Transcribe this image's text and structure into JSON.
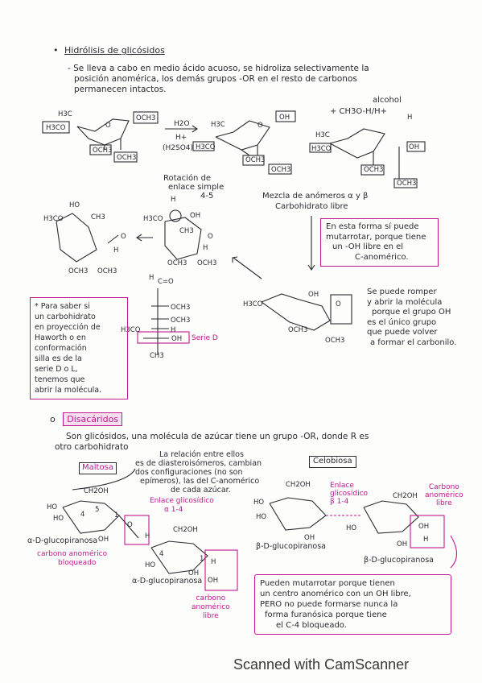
{
  "section1": {
    "bullet": "•",
    "title": "Hidrólisis de glicósidos",
    "intro": [
      "- Se lleva a cabo en medio ácido acuoso, se hidroliza selectivamente la",
      "posición anomérica, los demás grupos -OR en el resto de carbonos",
      "permanecen intactos."
    ],
    "reagent_alcohol": "alcohol",
    "reagent_plus": "+ CH3O-H/H+",
    "reaction_h2o": "H2O",
    "reaction_hplus": "H+",
    "reaction_acid": "(H2SO4)",
    "rotation_note": [
      "Rotación de",
      "enlace simple",
      "4-5"
    ],
    "mixture_note": [
      "Mezcla de anómeros α y β",
      "Carbohidrato libre"
    ],
    "mutarotation_note": [
      "En esta forma sí puede",
      "mutarrotar, porque tiene",
      "un -OH libre en el",
      "C-anomérico."
    ],
    "open_note": [
      "Se puede romper",
      "y abrir la molécula",
      "porque el grupo OH",
      "es el único grupo",
      "que puede volver",
      "a formar el carbonilo."
    ],
    "serie_label": "Serie D",
    "side_note": [
      "* Para saber si",
      "un carbohidrato",
      "en proyección de",
      "Haworth o en",
      "conformación",
      "silla es de la",
      "serie D o L,",
      "tenemos que",
      "abrir la molécula."
    ]
  },
  "section2": {
    "bullet": "o",
    "title": "Disacáridos",
    "intro": [
      "Son glicósidos, una molécula de azúcar tiene un grupo -OR, donde R es",
      "otro carbohidrato"
    ],
    "maltosa_label": "Maltosa",
    "celobiosa_label": "Celobiosa",
    "relation_note": [
      "La relación entre ellos",
      "es de diasteroisómeros, cambian",
      "dos configuraciones (no son",
      "epímeros), las del C-anomérico",
      "de cada azúcar."
    ],
    "maltosa_bond": [
      "Enlace glicosídico",
      "α 1-4"
    ],
    "alpha_gluco_1": "α-D-glucopiranosa",
    "anomeric_blocked": [
      "carbono anomérico",
      "bloqueado"
    ],
    "alpha_gluco_2": "α-D-glucopiranosa",
    "anomeric_free_left": [
      "carbono",
      "anomérico",
      "libre"
    ],
    "cel_bond": [
      "Enlace",
      "glicosídico",
      "β 1-4"
    ],
    "cel_anomeric_free": [
      "Carbono",
      "anomérico",
      "libre"
    ],
    "beta_gluco_1": "β-D-glucopiranosa",
    "beta_gluco_2": "β-D-glucopiranosa",
    "final_note": [
      "Pueden mutarrotar porque tienen",
      "un centro anomérico con un OH libre,",
      "PERO no puede formarse nunca la",
      "forma furanósica porque tiene",
      "el C-4 bloqueado."
    ]
  },
  "footer": "Scanned with CamScanner"
}
